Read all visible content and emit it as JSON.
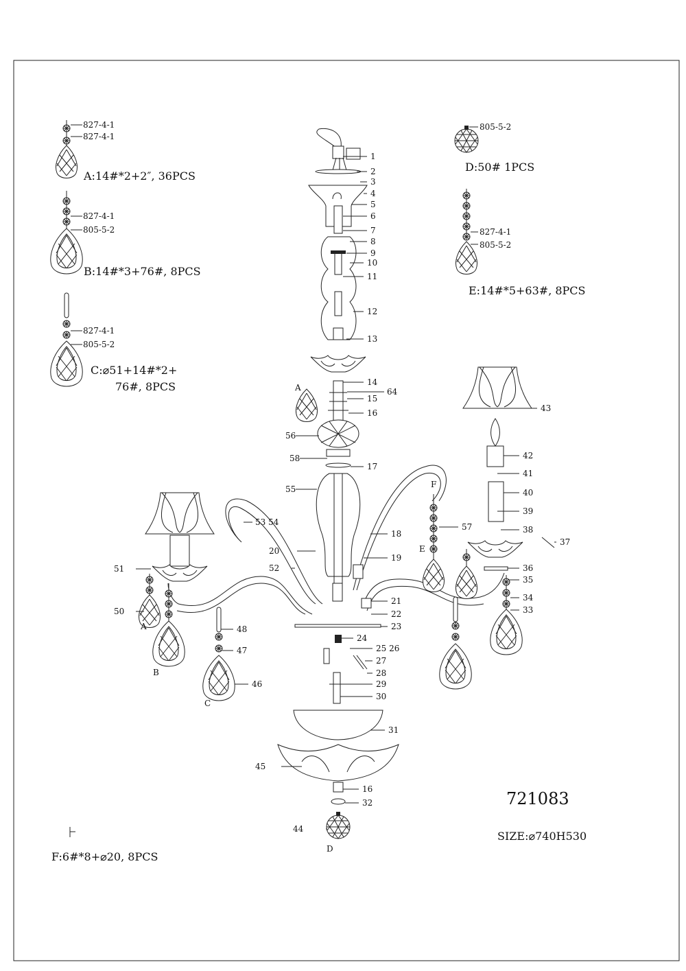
{
  "legend": {
    "A": {
      "parts": [
        "827-4-1",
        "827-4-1"
      ],
      "caption": "A:14#*2+2″, 36PCS"
    },
    "B": {
      "parts": [
        "827-4-1",
        "805-5-2"
      ],
      "caption": "B:14#*3+76#, 8PCS"
    },
    "C": {
      "parts": [
        "827-4-1",
        "805-5-2"
      ],
      "caption_line1": "C:⌀51+14#*2+",
      "caption_line2": "76#, 8PCS"
    },
    "D": {
      "parts": [
        "805-5-2"
      ],
      "caption": "D:50# 1PCS"
    },
    "E": {
      "parts": [
        "827-4-1",
        "805-5-2"
      ],
      "caption": "E:14#*5+63#, 8PCS"
    },
    "F": {
      "caption": "F:6#*8+⌀20, 8PCS"
    }
  },
  "model_number": "721083",
  "size": "SIZE:⌀740H530",
  "callouts": [
    "1",
    "2",
    "3",
    "4",
    "5",
    "6",
    "7",
    "8",
    "9",
    "10",
    "11",
    "12",
    "13",
    "14",
    "64",
    "15",
    "16",
    "56",
    "58",
    "17",
    "55",
    "18",
    "53 54",
    "20",
    "19",
    "52",
    "51",
    "50",
    "48",
    "47",
    "46",
    "21",
    "22",
    "23",
    "24",
    "25 26",
    "27",
    "28",
    "29",
    "30",
    "31",
    "45",
    "16",
    "32",
    "44",
    "43",
    "42",
    "41",
    "40",
    "39",
    "38",
    "37",
    "57",
    "36",
    "35",
    "34",
    "33"
  ],
  "crystal_letters": [
    "A",
    "A",
    "B",
    "C",
    "D",
    "F",
    "E"
  ]
}
